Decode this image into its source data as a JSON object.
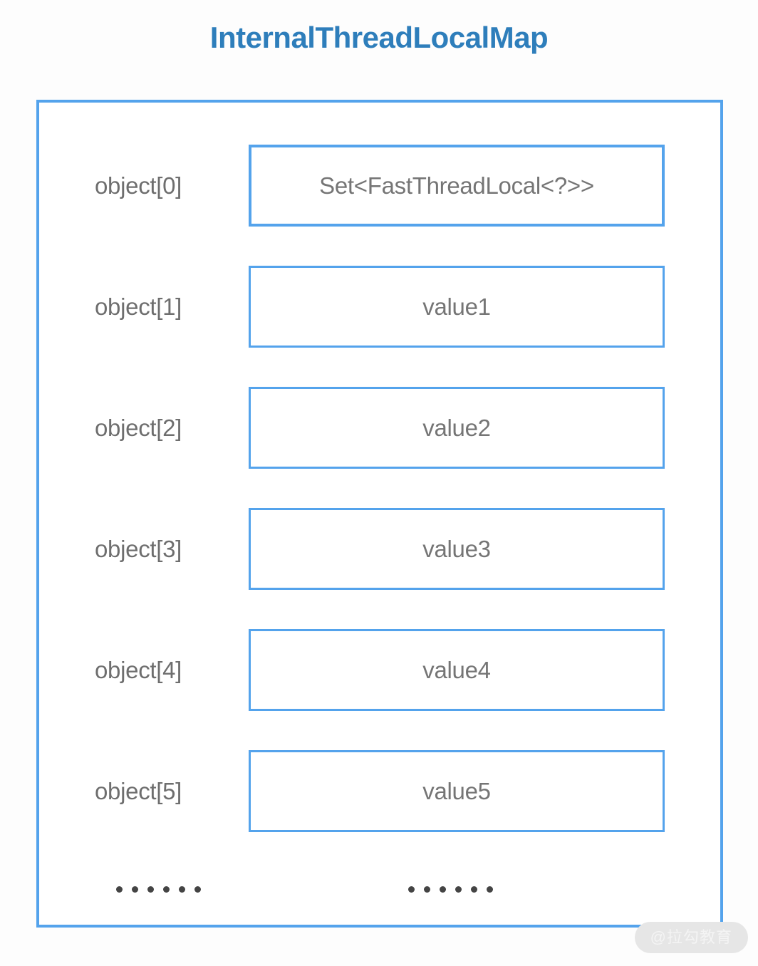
{
  "title": "InternalThreadLocalMap",
  "colors": {
    "title_blue": "#2e7ebb",
    "border_blue": "#54a3ec",
    "label_gray": "#6e6e6e",
    "value_gray": "#757575",
    "dot_gray": "#444444",
    "background": "#fdfdfd"
  },
  "slots": [
    {
      "label": "object[0]",
      "value": "Set<FastThreadLocal<?>>"
    },
    {
      "label": "object[1]",
      "value": "value1"
    },
    {
      "label": "object[2]",
      "value": "value2"
    },
    {
      "label": "object[3]",
      "value": "value3"
    },
    {
      "label": "object[4]",
      "value": "value4"
    },
    {
      "label": "object[5]",
      "value": "value5"
    }
  ],
  "ellipsis": {
    "left_dots": 6,
    "right_dots": 6
  },
  "watermark": {
    "text": "@拉勾教育"
  }
}
